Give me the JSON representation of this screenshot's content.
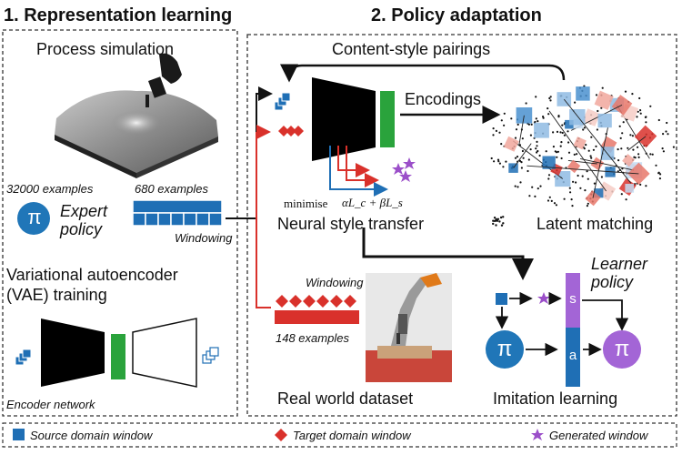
{
  "sections": {
    "left_title": "1. Representation learning",
    "right_title": "2. Policy adaptation"
  },
  "left": {
    "process_simulation": "Process simulation",
    "examples_32000": "32000 examples",
    "examples_680": "680 examples",
    "expert_policy_line1": "Expert",
    "expert_policy_line2": "policy",
    "pi_symbol": "π",
    "windowing": "Windowing",
    "vae_line1": "Variational autoencoder",
    "vae_line2": "(VAE) training",
    "encoder_network": "Encoder network"
  },
  "right": {
    "content_style_pairings": "Content-style pairings",
    "encodings": "Encodings",
    "minimise": "minimise",
    "loss_formula": "αL_c + βL_s",
    "neural_style_transfer": "Neural style transfer",
    "latent_matching": "Latent matching",
    "windowing": "Windowing",
    "examples_148": "148 examples",
    "real_world_dataset": "Real world dataset",
    "learner_policy_line1": "Learner",
    "learner_policy_line2": "policy",
    "s_label": "s",
    "a_label": "a",
    "pi_symbol": "π",
    "imitation_learning": "Imitation learning"
  },
  "legend": {
    "source": "Source domain window",
    "target": "Target domain window",
    "generated": "Generated window"
  },
  "colors": {
    "source_blue": "#1f6fb5",
    "target_red": "#d9312b",
    "generated_purple": "#9b4fc9",
    "encoder_green": "#2aa33c",
    "pi_blue": "#2076b8",
    "pi_purple": "#a365d6"
  }
}
